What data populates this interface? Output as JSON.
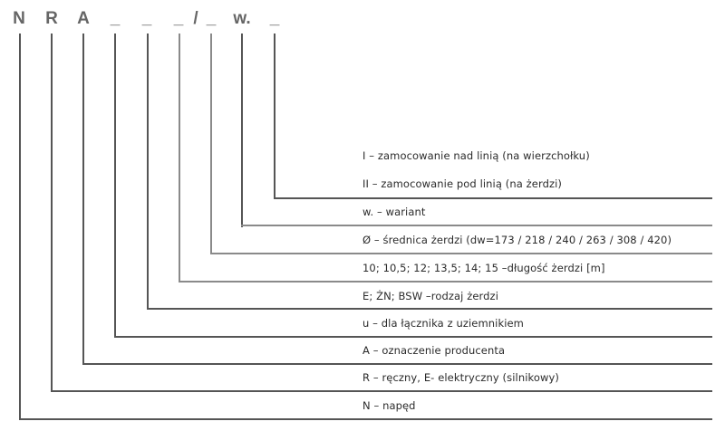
{
  "code": {
    "chars": [
      "N",
      "R",
      "A",
      "_",
      "_",
      "_",
      "/",
      "_",
      "w.",
      "_"
    ]
  },
  "legend": {
    "items": [
      {
        "text": "I – zamocowanie nad linią (na wierzchołku)"
      },
      {
        "text": "II – zamocowanie pod linią (na żerdzi)"
      },
      {
        "text": "w. – wariant"
      },
      {
        "text": "Ø – średnica żerdzi (dw=173 / 218 / 240 / 263 / 308 / 420)"
      },
      {
        "text": "10; 10,5; 12; 13,5; 14; 15 –długość żerdzi [m]"
      },
      {
        "text": "E; ŻN; BSW –rodzaj żerdzi"
      },
      {
        "text": "u – dla łącznika z uziemnikiem"
      },
      {
        "text": "A – oznaczenie producenta"
      },
      {
        "text": "R – ręczny, E- elektryczny (silnikowy)"
      },
      {
        "text": "N – napęd"
      }
    ]
  },
  "colors": {
    "text": "#2b2b2b",
    "code_text": "#666666",
    "lines": "#555555"
  }
}
